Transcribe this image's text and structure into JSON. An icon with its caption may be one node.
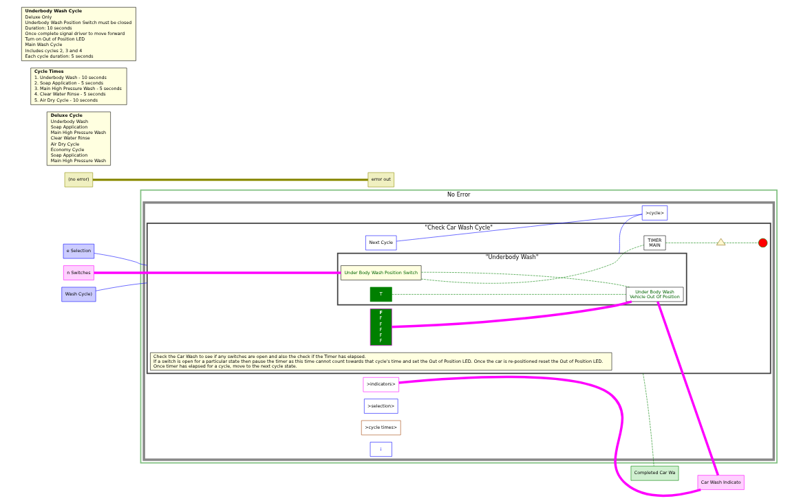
{
  "diagram": {
    "nodes": [
      {
        "text": [
          "No Error"
        ]
      },
      {
        "text": [],
        "shape": "box",
        "in": 0
      },
      {
        "text": [
          "\"Check Car Wash Cycle\""
        ],
        "in": 1
      },
      {
        "text": [
          "\"Underbody Wash\""
        ],
        "in": 2
      },
      {
        "text": [
          "Wash Cycle)"
        ]
      },
      {
        "text": [
          "e Selection"
        ]
      },
      {
        "text": [
          "n Switches"
        ]
      },
      {
        "text": [
          "(no error)"
        ]
      },
      {
        "text": [
          "Car Wash Indicato"
        ]
      },
      {
        "text": [
          "Completed Car Wa"
        ]
      },
      {
        "text": [
          "error out"
        ]
      },
      {
        "text": [
          ">indicators>"
        ],
        "in": 1
      },
      {
        "text": [
          ">cycle>"
        ],
        "in": 1
      },
      {
        "text": [
          ">selection>"
        ],
        "in": 1
      },
      {
        "text": [
          ">cycle times>"
        ],
        "in": 1
      },
      {
        "text": [
          "i"
        ],
        "in": 1
      },
      {
        "text": [
          "Next Cycle"
        ],
        "in": 2
      },
      {
        "text": [
          "F",
          "F",
          "F",
          "F",
          "F",
          "F"
        ],
        "in": 2
      },
      {
        "text": [
          "TIMER",
          "MAIN"
        ],
        "in": 2
      },
      {
        "text": [],
        "shape": "triangle",
        "in": 2
      },
      {
        "text": [],
        "shape": "circle",
        "in": 2
      },
      {
        "text": [
          "Check the Car Wash to see if any switches are open and also the check if the Timer has elapsed.",
          "If a switch is open for a particular state then pause the timer as this time cannot count towards that cycle's time and set the Out of Position LED. Once the car is re-positioned reset the Out of Position LED.",
          "Once timer has elapsed for a cycle, move to the next cycle state."
        ],
        "in": 2
      },
      {
        "text": [
          "Under Body Wash Position Switch"
        ],
        "in": 3
      },
      {
        "text": [
          "T"
        ],
        "in": 3
      },
      {
        "text": [
          "Under Body Wash",
          "Vehicle Out Of Position"
        ],
        "in": 3
      },
      {
        "text": [
          "Deluxe Cycle",
          "Underbody Wash",
          "Soap Application",
          "Main High Pressure Wash",
          "Clear Water Rinse",
          "Air Dry Cycle",
          "Economy Cycle",
          "Soap Application",
          "Main High Pressure Wash"
        ]
      },
      {
        "text": [
          "Cycle Times",
          "1. Underbody Wash - 10 seconds",
          "2. Soap Application - 5 seconds",
          "3. Main High Pressure Wash - 5 seconds",
          "4. Clear Water Rinse - 5 seconds",
          "5. Air Dry Cycle - 10 seconds"
        ]
      },
      {
        "text": [
          "Underbody Wash Cycle",
          "Deluxe Only",
          "Underbody Wash Position Switch must be closed",
          "Duration: 10 seconds",
          "Once complete signal driver to move forward",
          "Turn on Out of Position LED",
          "Main Wash Cycle",
          "Includes cycles 2, 3 and 4",
          "Each cycle duration: 5 seconds"
        ]
      }
    ],
    "edges": [
      {
        "from": 4,
        "to": 2,
        "arrow": "none",
        "color": "#0000ff"
      },
      {
        "from": 5,
        "to": 2,
        "arrow": "none",
        "color": "#0000ff"
      },
      {
        "from": 6,
        "to": 22,
        "arrow": "none",
        "color": "#ff00ff",
        "style": "thick"
      },
      {
        "from": 7,
        "to": 10,
        "arrow": "none",
        "color": "#8c8c00",
        "style": "thick"
      },
      {
        "from": 12,
        "to": 3,
        "arrow": "none",
        "color": "#0000ff"
      },
      {
        "from": 17,
        "to": 24,
        "arrow": "none",
        "color": "#ff00ff",
        "style": "thick"
      },
      {
        "from": 22,
        "to": 24,
        "arrow": "none",
        "color": "#008000",
        "style": "dashed"
      },
      {
        "from": 23,
        "to": 24,
        "arrow": "none",
        "color": "#008000",
        "style": "dashed"
      },
      {
        "from": 24,
        "to": 8,
        "arrow": "none",
        "color": "#ff00ff",
        "style": "thick"
      },
      {
        "from": 22,
        "to": 18,
        "arrow": "none",
        "color": "#008000",
        "style": "dashed"
      },
      {
        "from": 18,
        "to": 19,
        "arrow": "none",
        "color": "#008000",
        "style": "dashed"
      },
      {
        "from": 19,
        "to": 20,
        "arrow": "none",
        "color": "#008000",
        "style": "dashed"
      },
      {
        "from": 2,
        "to": 9,
        "arrow": "none",
        "color": "#008000",
        "style": "dashed"
      },
      {
        "from": 11,
        "to": 8,
        "arrow": "none",
        "color": "#ff00ff",
        "style": "thick"
      },
      {
        "from": 16,
        "to": 12,
        "arrow": "none",
        "color": "#0000ff"
      }
    ]
  }
}
